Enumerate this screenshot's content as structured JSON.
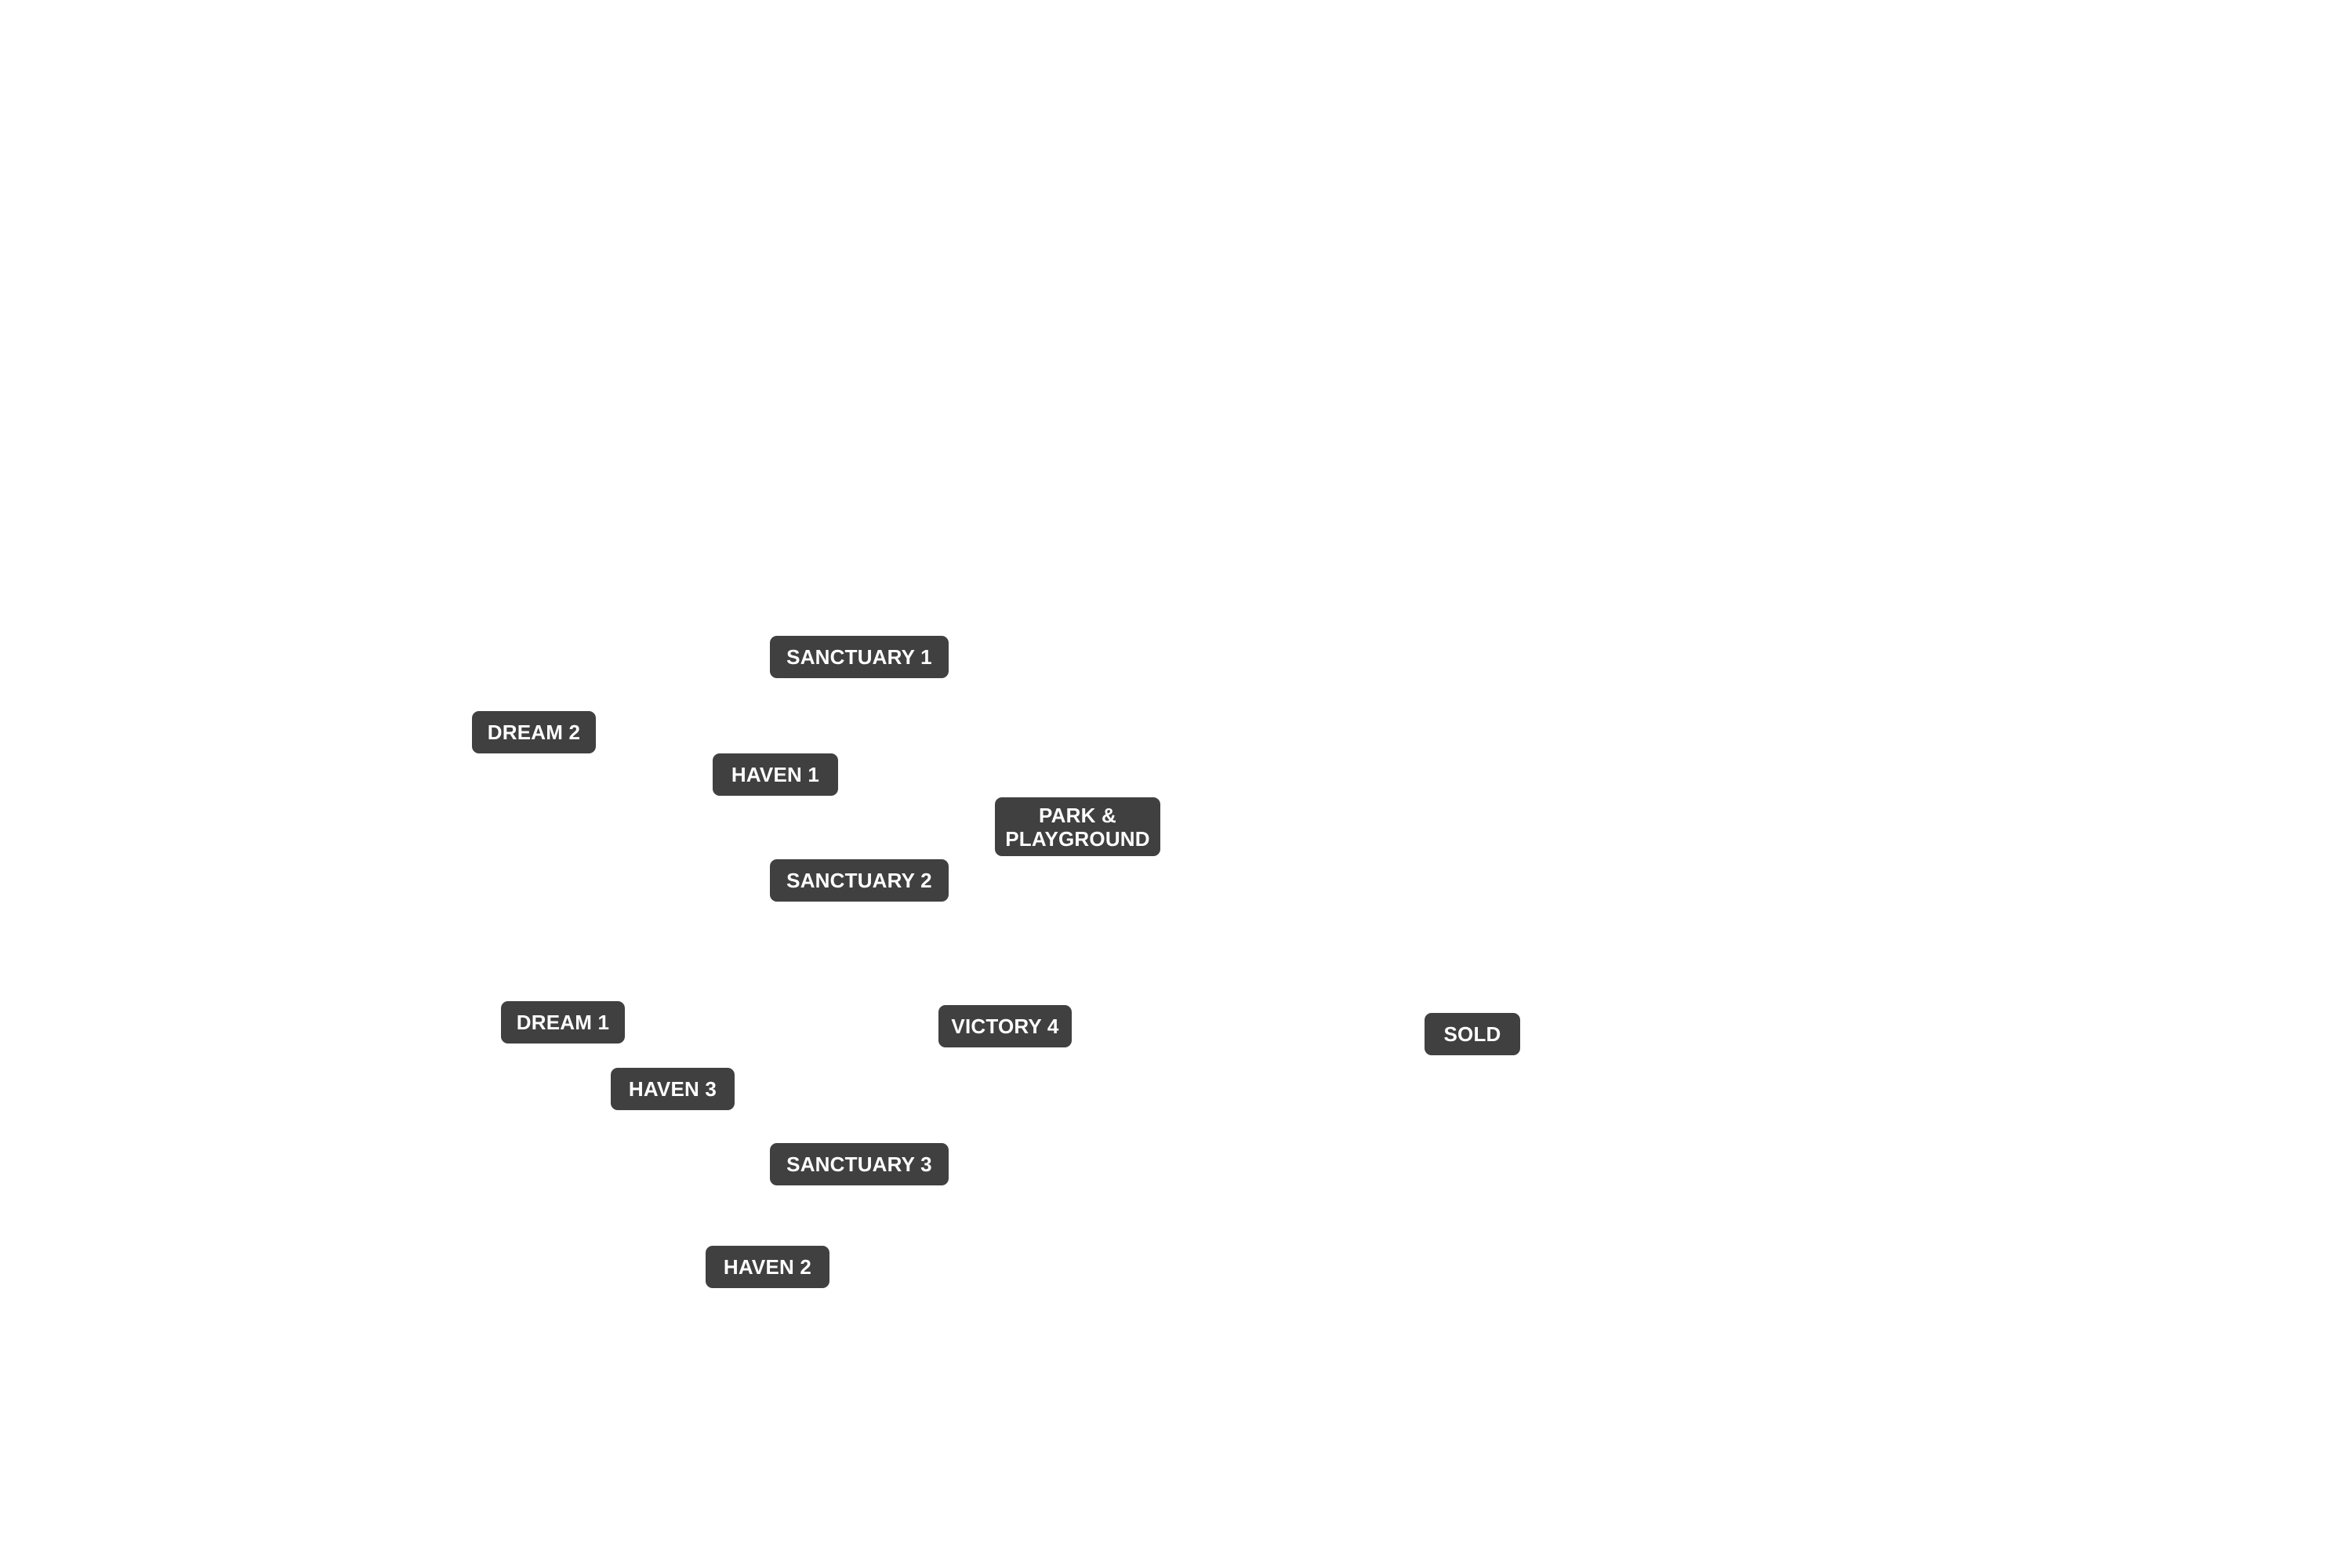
{
  "map": {
    "background_color": "#ffffff",
    "label_color": "#404040",
    "label_text_color": "#ffffff",
    "labels": {
      "sanctuary_1": "SANCTUARY 1",
      "dream_2": "DREAM 2",
      "haven_1": "HAVEN 1",
      "park_playground": "PARK &\nPLAYGROUND",
      "sanctuary_2": "SANCTUARY 2",
      "dream_1": "DREAM 1",
      "victory_4": "VICTORY 4",
      "sold": "SOLD",
      "haven_3": "HAVEN 3",
      "sanctuary_3": "SANCTUARY 3",
      "haven_2": "HAVEN 2"
    }
  }
}
